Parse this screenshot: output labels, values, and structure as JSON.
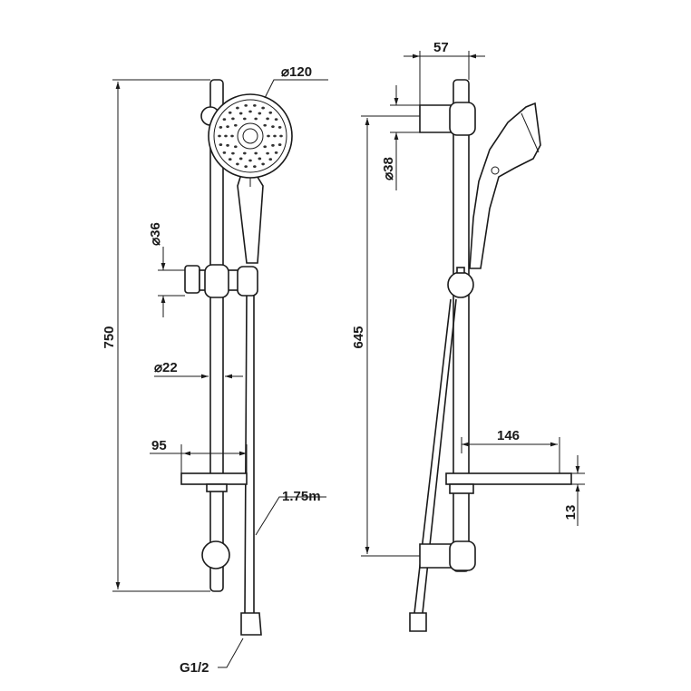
{
  "title": "Shower riser rail kit dimension drawing",
  "front_view": {
    "head_diameter": "⌀120",
    "overall_height": "750",
    "slider_diameter": "⌀36",
    "rail_diameter": "⌀22",
    "soap_dish_depth": "95",
    "hose_length": "1.75m",
    "connection": "G1/2"
  },
  "side_view": {
    "bracket_projection": "57",
    "bracket_diameter": "⌀38",
    "fixing_centres": "645",
    "soap_dish_width": "146",
    "soap_dish_thickness": "13"
  }
}
